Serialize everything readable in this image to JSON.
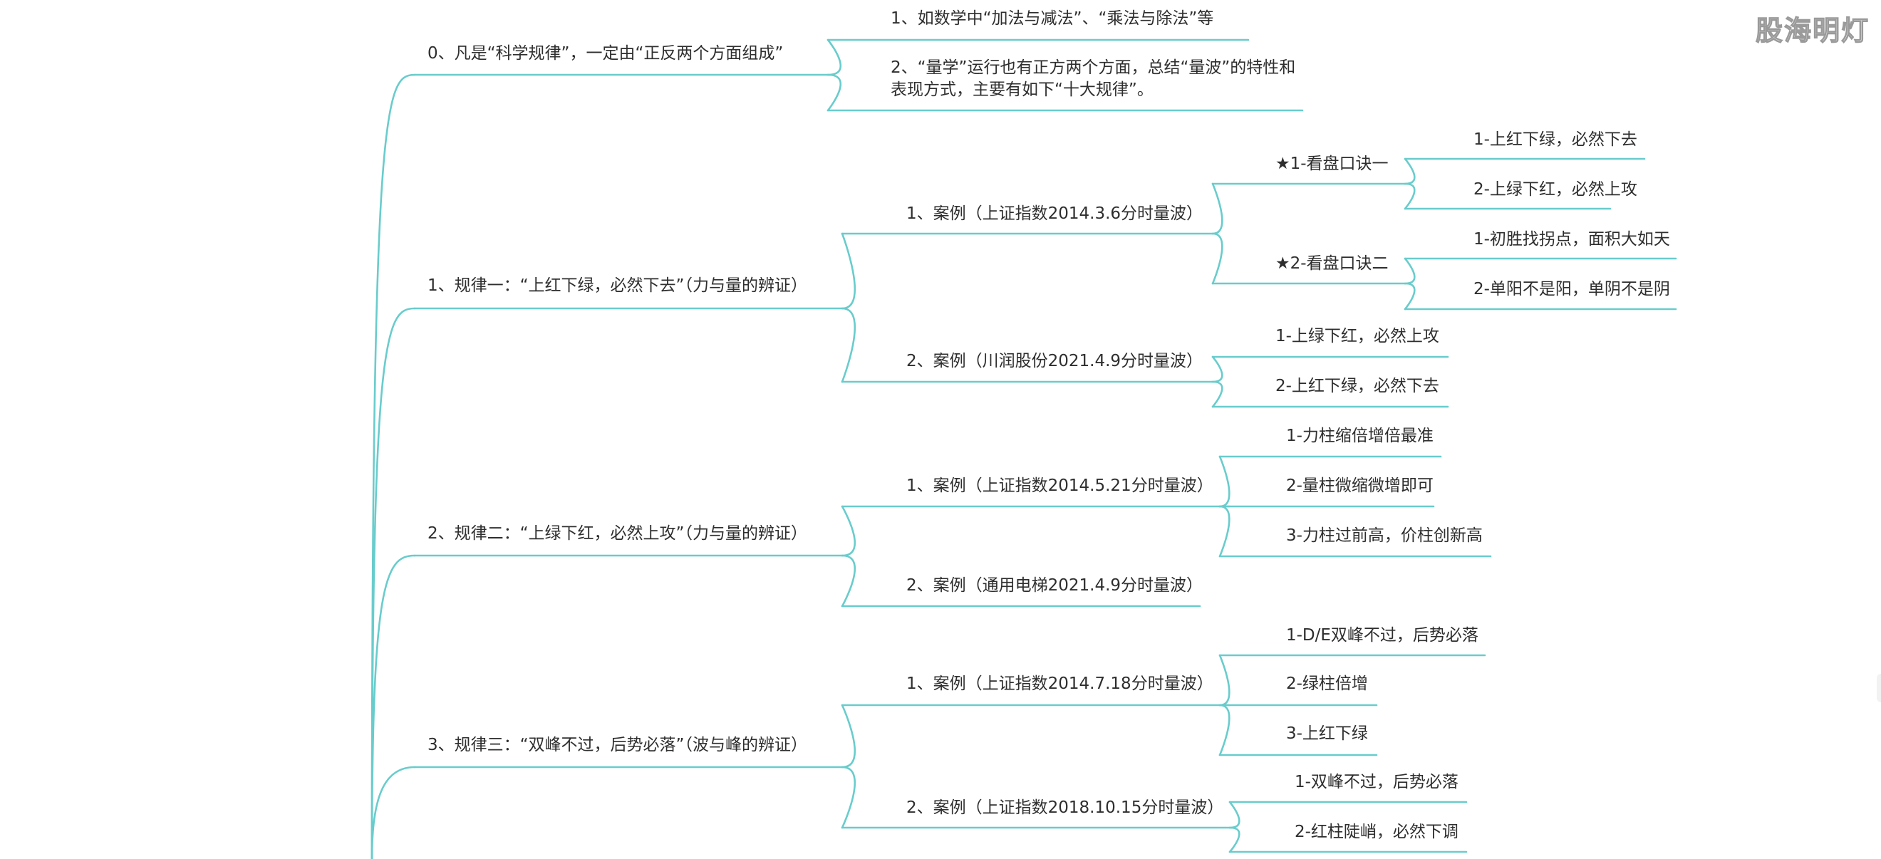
{
  "watermark": "股海明灯",
  "colors": {
    "connector": "#69cccc",
    "text": "#2e2e2e",
    "background": "#ffffff"
  },
  "mindmap": {
    "branch0": {
      "label": "0、凡是“科学规律”，一定由“正反两个方面组成”",
      "children": [
        "1、如数学中“加法与减法”、“乘法与除法”等",
        "2、“量学”运行也有正方两个方面，总结“量波”的特性和表现方式，主要有如下“十大规律”。"
      ]
    },
    "branch1": {
      "label": "1、规律一：“上红下绿，必然下去”（力与量的辨证）",
      "case1": {
        "label": "1、案例（上证指数2014.3.6分时量波）",
        "sub1": {
          "label": "★1-看盘口诀一",
          "items": [
            "1-上红下绿，必然下去",
            "2-上绿下红，必然上攻"
          ]
        },
        "sub2": {
          "label": "★2-看盘口诀二",
          "items": [
            "1-初胜找拐点，面积大如天",
            "2-单阳不是阳，单阴不是阴"
          ]
        }
      },
      "case2": {
        "label": "2、案例（川润股份2021.4.9分时量波）",
        "items": [
          "1-上绿下红，必然上攻",
          "2-上红下绿，必然下去"
        ]
      }
    },
    "branch2": {
      "label": "2、规律二：“上绿下红，必然上攻”（力与量的辨证）",
      "case1": {
        "label": "1、案例（上证指数2014.5.21分时量波）",
        "items": [
          "1-力柱缩倍增倍最准",
          "2-量柱微缩微增即可",
          "3-力柱过前高，价柱创新高"
        ]
      },
      "case2": {
        "label": "2、案例（通用电梯2021.4.9分时量波）"
      }
    },
    "branch3": {
      "label": "3、规律三：“双峰不过，后势必落”（波与峰的辨证）",
      "case1": {
        "label": "1、案例（上证指数2014.7.18分时量波）",
        "items": [
          "1-D/E双峰不过，后势必落",
          "2-绿柱倍增",
          "3-上红下绿"
        ]
      },
      "case2": {
        "label": "2、案例（上证指数2018.10.15分时量波）",
        "items": [
          "1-双峰不过，后势必落",
          "2-红柱陡峭，必然下调"
        ]
      }
    }
  }
}
